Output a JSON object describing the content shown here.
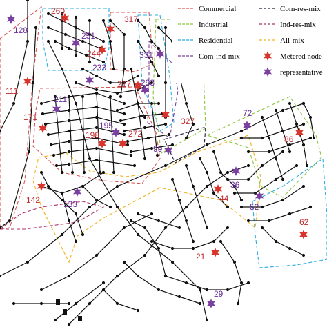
{
  "legend": {
    "items": [
      {
        "key": "commercial",
        "label": "Commercial",
        "color": "#d9534f",
        "symbol": "dash"
      },
      {
        "key": "industrial",
        "label": "Industrial",
        "color": "#8cc63f",
        "symbol": "dash"
      },
      {
        "key": "residential",
        "label": "Residential",
        "color": "#29abe2",
        "symbol": "dash"
      },
      {
        "key": "com_ind_mix",
        "label": "Com-ind-mix",
        "color": "#7b3fa0",
        "symbol": "dash"
      },
      {
        "key": "com_res_mix",
        "label": "Com-res-mix",
        "color": "#1a1a3a",
        "symbol": "dash"
      },
      {
        "key": "ind_res_mix",
        "label": "Ind-res-mix",
        "color": "#b0306a",
        "symbol": "dash"
      },
      {
        "key": "all_mix",
        "label": "All-mix",
        "color": "#f0b323",
        "symbol": "dash"
      },
      {
        "key": "metered",
        "label": "Metered node",
        "color": "#d9342b",
        "symbol": "red-star-icon"
      },
      {
        "key": "representative",
        "label": "representative",
        "color": "#7b3fa0",
        "symbol": "purple-star-icon"
      }
    ]
  },
  "metered_nodes": [
    {
      "id": "260",
      "label": "260"
    },
    {
      "id": "317",
      "label": "317"
    },
    {
      "id": "244",
      "label": "244"
    },
    {
      "id": "111",
      "label": "111"
    },
    {
      "id": "217",
      "label": "217"
    },
    {
      "id": "327",
      "label": "327"
    },
    {
      "id": "171",
      "label": "171"
    },
    {
      "id": "198",
      "label": "198"
    },
    {
      "id": "272",
      "label": "272"
    },
    {
      "id": "86",
      "label": "86"
    },
    {
      "id": "142",
      "label": "142"
    },
    {
      "id": "44",
      "label": "44"
    },
    {
      "id": "62",
      "label": "62"
    },
    {
      "id": "21",
      "label": "21"
    }
  ],
  "representative_nodes": [
    {
      "id": "128",
      "label": "128"
    },
    {
      "id": "251",
      "label": "251"
    },
    {
      "id": "331",
      "label": "331"
    },
    {
      "id": "233",
      "label": "233"
    },
    {
      "id": "293",
      "label": "293"
    },
    {
      "id": "211",
      "label": "211"
    },
    {
      "id": "195",
      "label": "195"
    },
    {
      "id": "72",
      "label": "72"
    },
    {
      "id": "99",
      "label": "99"
    },
    {
      "id": "36",
      "label": "36"
    },
    {
      "id": "133",
      "label": "133"
    },
    {
      "id": "52",
      "label": "52"
    },
    {
      "id": "29",
      "label": "29"
    }
  ],
  "colors": {
    "pipe": "#111111",
    "metered_label": "#c0282d",
    "representative_label": "#6a2f99"
  }
}
